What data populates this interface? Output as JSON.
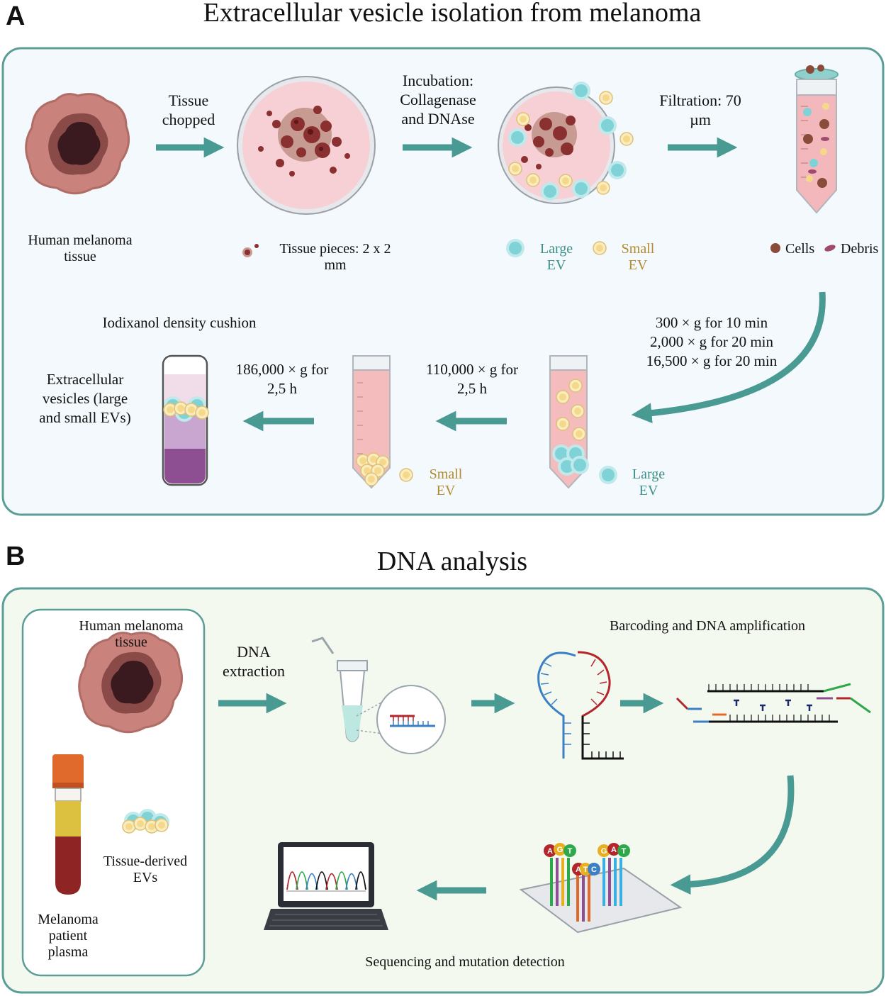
{
  "panel_a": {
    "letter": "A",
    "title": "Extracellular vesicle isolation from melanoma",
    "human_tissue": "Human melanoma tissue",
    "arrow1": "Tissue chopped",
    "arrow2": "Incubation: Collagenase and DNAse",
    "arrow3": "Filtration: 70 µm",
    "tissue_pieces": "Tissue pieces: 2 x 2 mm",
    "large_ev": "Large EV",
    "small_ev": "Small EV",
    "cells": "Cells",
    "debris": "Debris",
    "centrifuge_lines": [
      "300 × g for 10 min",
      "2,000 × g for 20 min",
      "16,500 × g for 20 min"
    ],
    "iodixanol": "Iodixanol density cushion",
    "ev_result": "Extracellular vesicles (large and small EVs)",
    "spin_186": "186,000 × g for 2,5 h",
    "spin_110": "110,000 × g for 2,5 h",
    "small_ev_bottom": "Small EV",
    "large_ev_bottom": "Large EV"
  },
  "panel_b": {
    "letter": "B",
    "title": "DNA analysis",
    "human_tissue": "Human melanoma tissue",
    "tissue_evs": "Tissue-derived EVs",
    "plasma": "Melanoma patient plasma",
    "dna_extraction": "DNA extraction",
    "barcoding": "Barcoding and DNA amplification",
    "sequencing": "Sequencing and mutation detection",
    "bases_1": [
      "A",
      "G",
      "T"
    ],
    "bases_2": [
      "A",
      "T",
      "C"
    ],
    "bases_3": [
      "G",
      "A",
      "T"
    ]
  },
  "colors": {
    "teal_arrow": "#4a9a94",
    "panel_a_bg": "#f3f9fc",
    "panel_b_bg": "#f4f9ef",
    "panel_border": "#5a9e97",
    "large_ev": "#7fd3d6",
    "small_ev": "#f5d88a",
    "dish_pink": "#f7d0d6"
  }
}
